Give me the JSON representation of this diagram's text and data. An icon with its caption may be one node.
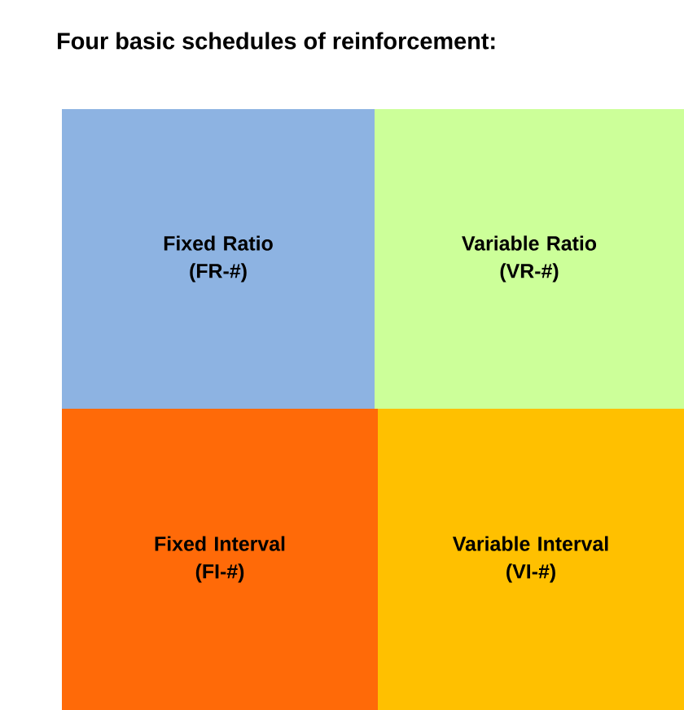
{
  "diagram": {
    "title": "Four basic schedules of reinforcement:",
    "nodes": [
      {
        "text": [
          "Fixed Ratio",
          "(FR-#)"
        ]
      },
      {
        "text": [
          "Variable Ratio",
          "(VR-#)"
        ]
      },
      {
        "text": [
          "Fixed Interval",
          "(FI-#)"
        ]
      },
      {
        "text": [
          "Variable Interval",
          "(VI-#)"
        ]
      }
    ]
  }
}
